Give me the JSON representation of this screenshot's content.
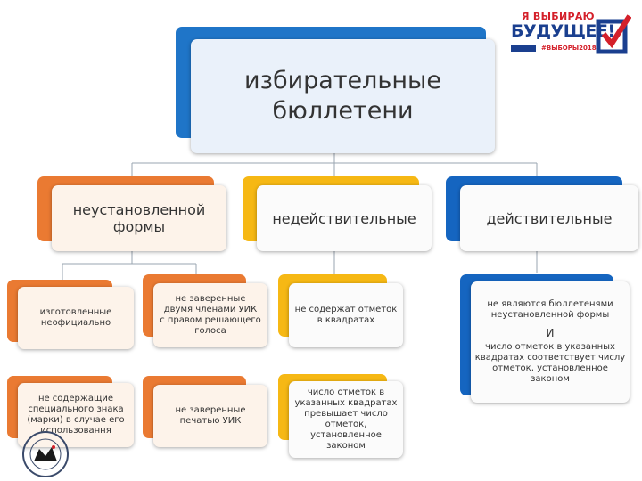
{
  "root": {
    "title_line1": "избирательные",
    "title_line2": "бюллетени"
  },
  "categories": [
    {
      "label_line1": "неустановленной",
      "label_line2": "формы",
      "color": "#ea7a32"
    },
    {
      "label": "недействительные",
      "color": "#f6b814"
    },
    {
      "label": "действительные",
      "color": "#1565c0"
    }
  ],
  "unofficial": {
    "made_unofficially": [
      "изготовленные",
      "неофициально"
    ],
    "no_special_mark": [
      "не содержащие",
      "специального знака",
      "(марки) в случае его",
      "использовання"
    ],
    "not_certified_two_members": [
      "не заверенные",
      "двумя членами УИК",
      "с правом решающего",
      "голоса"
    ],
    "not_certified_seal": [
      "не заверенные",
      "печатью УИК"
    ]
  },
  "invalid": {
    "no_marks": [
      "не содержат отметок",
      "в квадратах"
    ],
    "marks_exceed": [
      "число отметок в",
      "указанных квадратах",
      "превышает число",
      "отметок,",
      "установленное",
      "законом"
    ]
  },
  "valid": {
    "line1": [
      "не являются бюллетенями",
      "неустановленной формы"
    ],
    "conjunction": "И",
    "line2": [
      "число отметок в указанных",
      "квадратах соответствует числу",
      "отметок, установленное",
      "законом"
    ]
  },
  "logo": {
    "line1": "Я ВЫБИРАЮ",
    "line2": "БУДУЩЕЕ!",
    "hashtag": "#ВЫБОРЫ2018",
    "brand_color": "#1a3f8f",
    "accent_color": "#d4202a"
  }
}
